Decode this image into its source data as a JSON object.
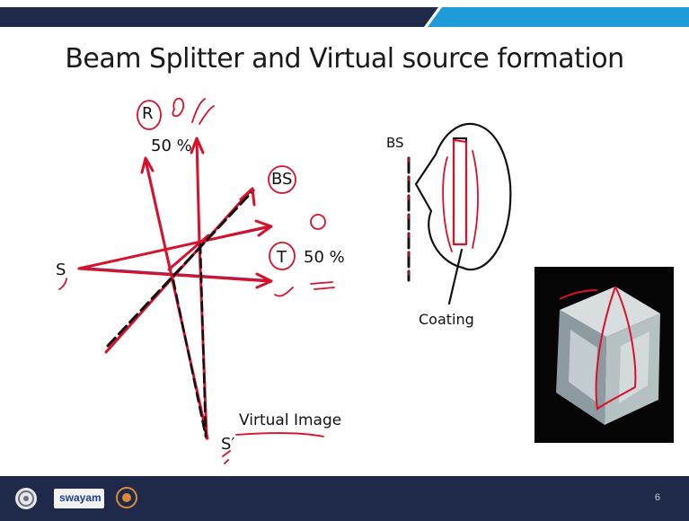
{
  "slide": {
    "title": "Beam Splitter and Virtual source formation",
    "labels": {
      "R": "R",
      "R_percent": "50 %",
      "BS_left": "BS",
      "T": "T",
      "T_percent": "50 %",
      "S": "S",
      "S_prime": "S′",
      "virtual_image": "Virtual Image",
      "BS_right": "BS",
      "coating": "Coating"
    }
  },
  "footer": {
    "logo_text": "swayam",
    "page_number": "6"
  },
  "colors": {
    "band_dark": "#1f2a4a",
    "band_accent": "#1f9bd8",
    "ink_red": "#d9102a",
    "ink_blue": "#3a4fb3"
  }
}
